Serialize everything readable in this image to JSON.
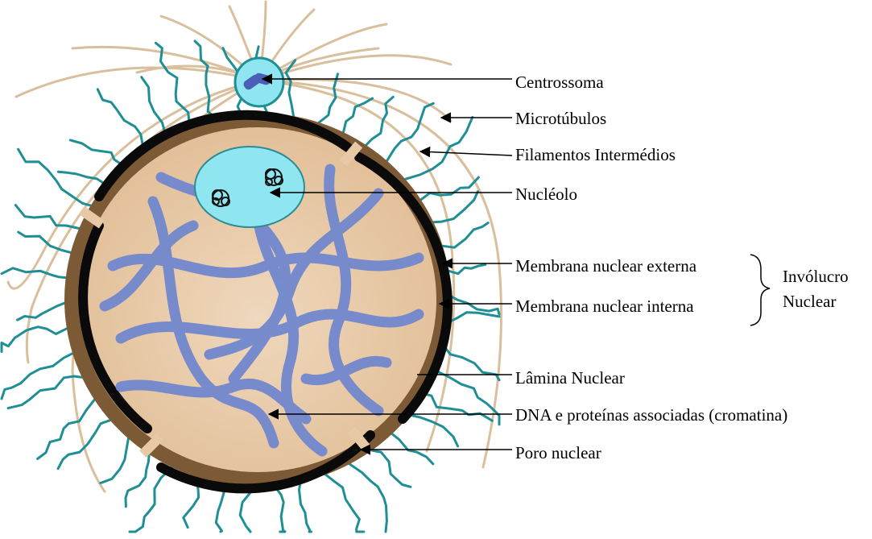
{
  "labels": {
    "centrossoma": "Centrossoma",
    "microtubulos": "Microtúbulos",
    "filamentos": "Filamentos Intermédios",
    "nucleolo": "Nucléolo",
    "membrana_externa": "Membrana nuclear externa",
    "membrana_interna": "Membrana nuclear interna",
    "lamina": "Lâmina Nuclear",
    "dna": "DNA e proteínas associadas (cromatina)",
    "poro": "Poro nuclear"
  },
  "group_label": {
    "line1": "Invólucro",
    "line2": "Nuclear"
  },
  "colors": {
    "background": "#ffffff",
    "microtubule": "#d9bf9c",
    "intermediate_filament": "#1f8f96",
    "envelope": "#7d5a36",
    "lamina": "#0a0a0a",
    "nucleoplasm": "#e8c9a6",
    "chromatin": "#6e86cf",
    "nucleolus": "#8fe6f0",
    "centrosome": "#8fe6f0",
    "centriole": "#4a5fb5",
    "leader_lines": "#000000"
  }
}
